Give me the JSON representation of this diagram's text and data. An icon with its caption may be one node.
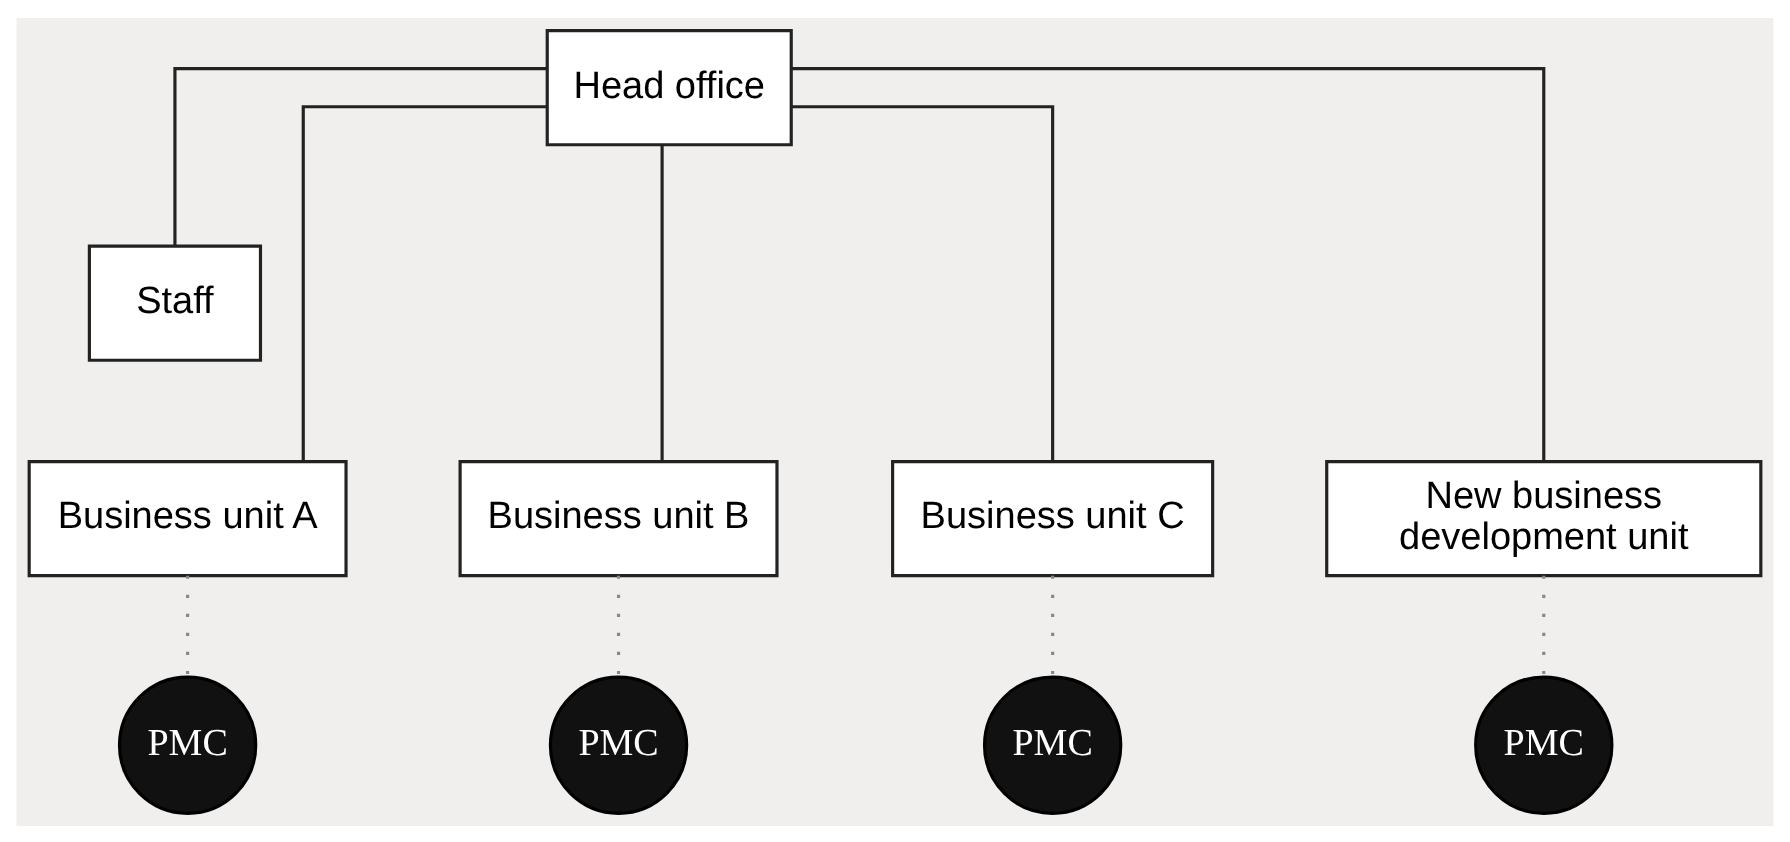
{
  "diagram": {
    "nodes": [
      {
        "text": [
          "Head office"
        ]
      },
      {
        "text": [
          "Staff"
        ]
      },
      {
        "text": [
          "Business unit A"
        ]
      },
      {
        "text": [
          "Business unit B"
        ]
      },
      {
        "text": [
          "Business unit C"
        ]
      },
      {
        "text": [
          "New business development unit"
        ]
      },
      {
        "text": [
          "PMC"
        ]
      },
      {
        "text": [
          "PMC"
        ]
      },
      {
        "text": [
          "PMC"
        ]
      },
      {
        "text": [
          "PMC"
        ]
      }
    ],
    "edges": [
      {
        "from": 0,
        "to": 1,
        "arrow": "none"
      },
      {
        "from": 0,
        "to": 2,
        "arrow": "none"
      },
      {
        "from": 0,
        "to": 3,
        "arrow": "none"
      },
      {
        "from": 0,
        "to": 4,
        "arrow": "none"
      },
      {
        "from": 0,
        "to": 5,
        "arrow": "none"
      },
      {
        "from": 2,
        "to": 6,
        "arrow": "none",
        "style": "dashed",
        "color": "#888888"
      },
      {
        "from": 3,
        "to": 7,
        "arrow": "none",
        "style": "dashed",
        "color": "#888888"
      },
      {
        "from": 4,
        "to": 8,
        "arrow": "none",
        "style": "dashed",
        "color": "#888888"
      },
      {
        "from": 5,
        "to": 9,
        "arrow": "none",
        "style": "dashed",
        "color": "#888888"
      }
    ]
  }
}
